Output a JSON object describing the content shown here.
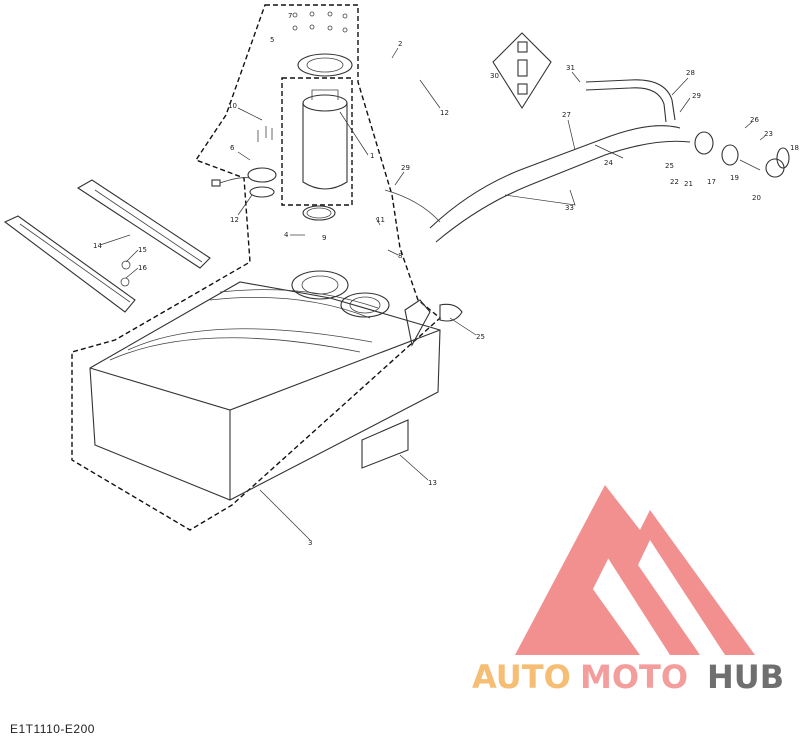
{
  "diagram": {
    "callouts": [
      "1",
      "2",
      "3",
      "4",
      "5",
      "6",
      "7",
      "8",
      "9",
      "10",
      "11",
      "12",
      "12",
      "13",
      "14",
      "15",
      "16",
      "17",
      "18",
      "19",
      "20",
      "21",
      "22",
      "23",
      "24",
      "25",
      "25",
      "26",
      "27",
      "28",
      "29",
      "29",
      "30",
      "31",
      "33"
    ],
    "code": "E1T1110-E200"
  },
  "watermark": {
    "auto": "AUTO",
    "moto": "MOTO",
    "hub": "HUB",
    "colors": {
      "auto": "#f4b35c",
      "moto": "#f28c8c",
      "hub": "#565656",
      "logo": "#f07c7c"
    }
  }
}
